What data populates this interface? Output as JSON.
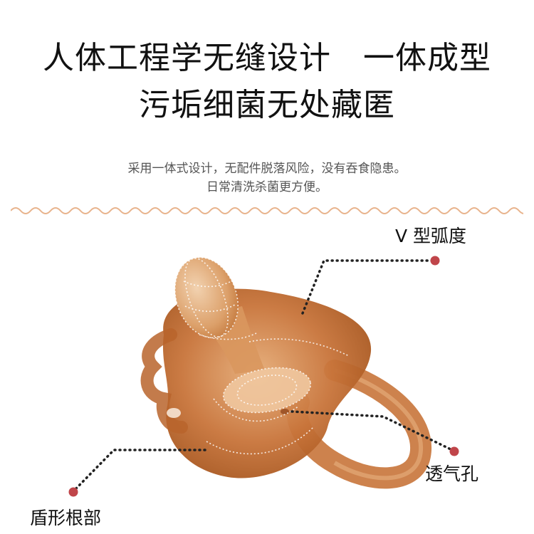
{
  "headline": {
    "line1": "人体工程学无缝设计　一体成型",
    "line2": "污垢细菌无处藏匿"
  },
  "subtitle": {
    "line1": "采用一体式设计，无配件脱落风险，没有吞食隐患。",
    "line2": "日常清洗杀菌更方便。"
  },
  "callouts": {
    "v_curve": "V 型弧度",
    "vent_hole": "透气孔",
    "shield_root": "盾形根部"
  },
  "colors": {
    "wave": "#e8b38c",
    "dot": "#c0454a",
    "pacifier": "#c8743a",
    "pacifier_light": "#e0a670"
  }
}
